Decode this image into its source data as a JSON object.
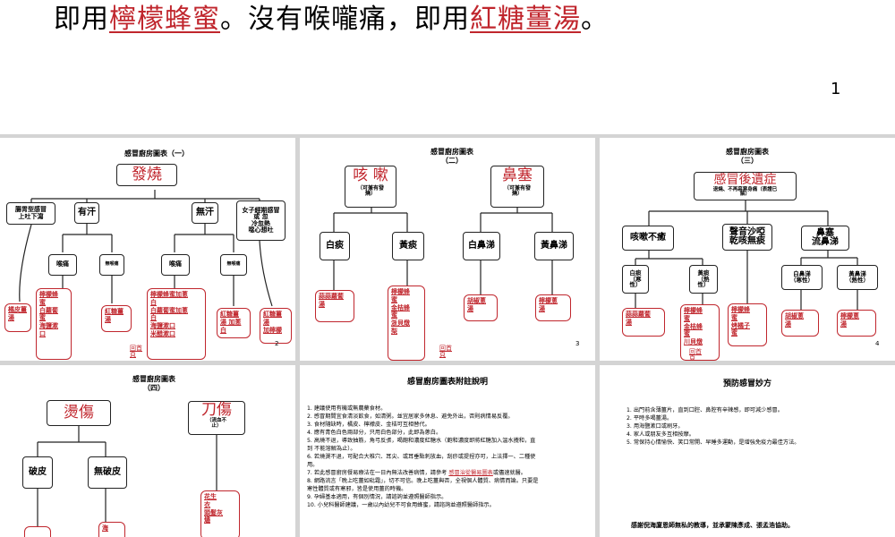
{
  "top_slide": {
    "text_before": "即用",
    "highlight_1": "檸檬蜂蜜",
    "text_middle": "。沒有喉嚨痛，即用",
    "highlight_2": "紅糖薑湯",
    "text_after": "。",
    "page_number": "1"
  },
  "slides": {
    "s2": {
      "title": "感冒廚房圖表（一）",
      "root": "發燒",
      "branches": [
        "腸胃型感冒\n上吐下瀉",
        "有汗",
        "無汗",
        "女子經期感冒\n或 忽\n冷忽熱\n噁心想吐"
      ],
      "sub": [
        "喉痛",
        "無喉痛",
        "喉痛",
        "無喉痛"
      ],
      "leaves": [
        "橘皮薑\n湯",
        "檸檬蜂\n蜜\n白蘿蔔\n蜜\n海鹽漱\n口",
        "紅糖薑\n湯",
        "檸檬蜂蜜加蔥\n白\n白蘿蔔蜜加蔥\n白\n海鹽漱口\n米醋漱口",
        "紅糖薑\n湯 加蔥\n白",
        "紅糖薑\n湯\n加檸檬"
      ],
      "back_link": "回首\n頁",
      "page": "2"
    },
    "s3": {
      "title": "感冒廚房圖表\n（二）",
      "roots": [
        "咳 嗽",
        "鼻塞"
      ],
      "root_notes": [
        "（可兼有發\n燒）",
        "（可兼有發\n燒）"
      ],
      "branches": [
        "白痰",
        "黃痰",
        "白鼻涕",
        "黃鼻涕"
      ],
      "leaves": [
        "蒜蒜蘿蔔\n湯",
        "檸檬蜂\n蜜\n金桔蜂\n蜜\n浙貝燉\n梨",
        "胡椒蔥\n湯",
        "檸檬蔥\n湯"
      ],
      "back_link": "回首\n頁",
      "page": "3"
    },
    "s4": {
      "title": "感冒廚房圖表\n（三）",
      "root": "感冒後遺症",
      "root_note": "退燒、不再惡寒身痛（表證已\n解）",
      "branches": [
        "咳嗽不癒",
        "聲音沙啞\n乾咳無痰",
        "鼻塞\n流鼻涕"
      ],
      "sub": [
        "白痰\n（寒\n性）",
        "黃痰\n（熱\n性）",
        "白鼻涕\n（寒性）",
        "黃鼻涕\n（熱性）"
      ],
      "leaves": [
        "蒜蒜蘿蔔\n湯",
        "檸檬蜂\n蜜\n金桔蜂\n蜜\n川貝燉",
        "檸檬蜂\n蜜\n烤橘子\n蜜",
        "胡椒蔥\n湯",
        "檸檬蔥\n湯"
      ],
      "back_link": "回首\n頁",
      "page": "4"
    },
    "s5": {
      "title": "感冒廚房圖表\n（四）",
      "roots": [
        "燙傷",
        "刀傷"
      ],
      "root_note": "（流血不\n止）",
      "branches": [
        "破皮",
        "無破皮"
      ],
      "leaves": [
        "海",
        "花生\n衣\n頭髮灰\n燼"
      ]
    },
    "s6": {
      "title": "感冒廚房圖表附註說明",
      "items": [
        "1.  建議使用有機或無農藥食材。",
        "2.  感冒期間宜食清淡飲食，如清粥。並宜居家多休息、避免外出，否則病情易反覆。",
        "3.  食材隨缺時，橘皮、檸檬皮、金桔可互相替代。",
        "4.  應有青色白色兩部分，只用白色部分，此即為蔥白。",
        "5.  高燒不退，導致抽筋，角弓反張，喝飽和濃度紅糖水（飽和濃度即將紅糖加入溫水攪和，直",
        "     到 不能溶解為止）。",
        "6.  若燒燙不退，可配合大椎穴、耳尖、或耳垂點刺放血，刮痧或提捏亦可，上法擇一、二種使",
        "     用。",
        "7.  若此感冒廚房餐易療法在一日內無法改善病情，請參考 感冒治從醫易圖表或儘速就醫。",
        "8.  網路流言「晚上吃薑如砒霜」，切不可信。晚上吃薑與否，全視個人體質、病情而論。只要是",
        "     寒性體質或有寒邪，皆是使用薑的時機。",
        "9.  孕婦基本適用，有個別情況，請諮詢並遵照醫師指示。",
        "10. 小兒科醫師建議，一歲以內幼兒不可食用蜂蜜，請諮詢並遵照醫師指示。"
      ],
      "link_text": "感冒治從醫易圖表"
    },
    "s7": {
      "title": "預防感冒妙方",
      "items": [
        "1.  出門前含薄薑片，直到口腔、鼻腔有辛辣感，即可減少感冒。",
        "2.  平時多喝薑湯。",
        "3.  用海鹽漱口或刷牙。",
        "4.  家人或朋友多互相按摩。",
        "5.  常保持心情愉快、笑口常開、早睡多運動，是增強免疫力最佳方法。"
      ],
      "thanks": "感謝倪海廈恩師無私的教導，並承蒙陳彥成、張孟浩協助。"
    }
  },
  "colors": {
    "accent": "#c0262d",
    "sorter_bg": "#d4d4d4"
  }
}
